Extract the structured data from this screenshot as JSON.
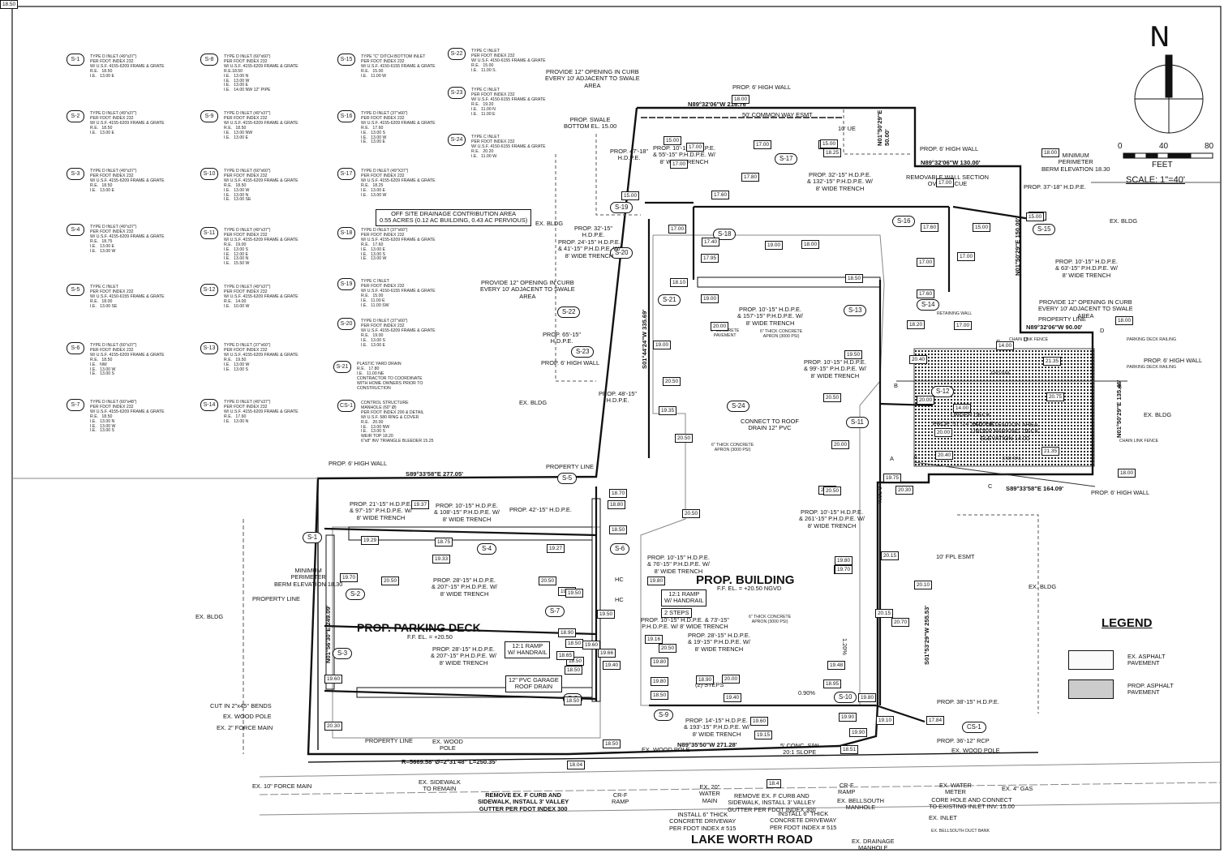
{
  "schedule": [
    {
      "id": "S-1",
      "text": "TYPE D INLET (49\"x37\")\nPER FDOT INDEX 232\nW/ U.S.F. 4155-6209 FRAME & GRATE\nR.E.   18.50\nI.E.   13.00 E"
    },
    {
      "id": "S-2",
      "text": "TYPE D INLET (49\"x37\")\nPER FDOT INDEX 232\nW/ U.S.F. 4155-6209 FRAME & GRATE\nR.E.   18.50\nI.E.   13.00 E"
    },
    {
      "id": "S-3",
      "text": "TYPE D INLET (49\"x37\")\nPER FDOT INDEX 232\nW/ U.S.F. 4155-6209 FRAME & GRATE\nR.E.   18.50\nI.E.   13.00 E"
    },
    {
      "id": "S-4",
      "text": "TYPE D INLET (49\"x37\")\nPER FDOT INDEX 232\nW/ U.S.F. 4155-6209 FRAME & GRATE\nR.E.   18.75\nI.E.   13.00 E\nI.E.   13.00 W"
    },
    {
      "id": "S-5",
      "text": "TYPE C INLET\nPER FDOT INDEX 232\nW/ U.S.F. 4150-6155 FRAME & GRATE\nR.E.   18.00\nI.E.   13.00 SE"
    },
    {
      "id": "S-6",
      "text": "TYPE D INLET (60\"x37\")\nPER FDOT INDEX 232\nW/ U.S.F. 4155-6209 FRAME & GRATE\nR.E.   18.50\nI.E.   NW\nI.E.   13.00 W\nI.E.   13.00 S"
    },
    {
      "id": "S-7",
      "text": "TYPE D INLET (60\"x48\")\nPER FDOT INDEX 232\nW/ U.S.F. 4155-6209 FRAME & GRATE\nR.E.   18.50\nI.E.   13.00 N\nI.E.   13.00 W\nI.E.   13.00 S"
    },
    {
      "id": "S-8",
      "text": "TYPE D INLET (60\"x60\")\nPER FDOT INDEX 232\nW/ U.S.F. 4155-6209 FRAME & GRATE\nR.E.18.50\nI.E.   13.00 N\nI.E.   13.00 W\nI.E.   13.00 E\nI.E.   14.00 NW 12\" PIPE"
    },
    {
      "id": "S-9",
      "text": "TYPE D INLET (49\"x37\")\nPER FDOT INDEX 232\nW/ U.S.F. 4155-6209 FRAME & GRATE\nR.E.   18.50\nI.E.   13.00 NW\nI.E.   13.00 E"
    },
    {
      "id": "S-10",
      "text": "TYPE D INLET (60\"x60\")\nPER FDOT INDEX 232\nW/ U.S.F. 4155-6209 FRAME & GRATE\nR.E.   18.50\nI.E.   13.00 W\nI.E.   13.00 N\nI.E.   13.00 SE"
    },
    {
      "id": "S-11",
      "text": "TYPE D INLET (49\"x37\")\nPER FDOT INDEX 232\nW/ U.S.F. 4155-6209 FRAME & GRATE\nR.E.   19.00\nI.E.   13.00 S\nI.E.   12.00 E\nI.E.   13.00 N\nI.E.   15.50 W"
    },
    {
      "id": "S-12",
      "text": "TYPE D INLET (49\"x37\")\nPER FDOT INDEX 232\nW/ U.S.F. 4155-6209 FRAME & GRATE\nR.E.   14.00\nI.E.   10.00 W"
    },
    {
      "id": "S-13",
      "text": "TYPE D INLET (37\"x60\")\nPER FDOT INDEX 232\nW/ U.S.F. 4155-6209 FRAME & GRATE\nR.E.   19.50\nI.E.   13.00 W\nI.E.   13.00 S"
    },
    {
      "id": "S-14",
      "text": "TYPE D INLET (49\"x37\")\nPER FDOT INDEX 232\nW/ U.S.F. 4155-6209 FRAME & GRATE\nR.E.   17.60\nI.E.   13.00 N"
    },
    {
      "id": "S-15",
      "text": "TYPE \"C\" DITCH BOTTOM INLET\nPER FDOT INDEX 232\nW/ U.S.F. 4150-6155 FRAME & GRATE\nR.E.   15.00\nI.E.   11.00 W"
    },
    {
      "id": "S-16",
      "text": "TYPE D INLET (37\"x60\")\nPER FDOT INDEX 232\nW/ U.S.F. 4155-6209 FRAME & GRATE\nR.E.   17.60\nI.E.   13.00 S\nI.E.   13.00 W\nI.E.   13.00 E"
    },
    {
      "id": "S-17",
      "text": "TYPE D INLET (49\"X37\")\nPER FDOT INDEX 232\nW/ U.S.F. 4155-6209 FRAME & GRATE\nR.E.   18.25\nI.E.   13.00 E\nI.E.   13.00 W"
    },
    {
      "id": "S-18",
      "text": "TYPE D INLET (37\"x60\")\nPER FDOT INDEX 232\nW/ U.S.F. 4155-6209 FRAME & GRATE\nR.E.   17.60\nI.E.   13.00 E\nI.E.   13.00 S\nI.E.   13.00 W"
    },
    {
      "id": "S-19",
      "text": "TYPE C INLET\nPER FDOT INDEX 232\nW/ U.S.F. 4150-6155 FRAME & GRATE\nR.E.   15.00\nI.E.   11.00 E\nI.E.   11.00 SW"
    },
    {
      "id": "S-20",
      "text": "TYPE D INLET (37\"x60\")\nPER FDOT INDEX 232\nW/ U.S.F. 4155-6209 FRAME & GRATE\nR.E.   19.00\nI.E.   13.00 S\nI.E.   13.00 E"
    },
    {
      "id": "S-21",
      "text": "PLASTIC YARD DRAIN\nR.E.   17.80\nI.E.   11.00 NE\nCONTRACTOR TO COORDINATE\nWITH HOME OWNERS PRIOR TO\nCONSTRUCTION"
    },
    {
      "id": "CS-1",
      "text": "CONTROL STRUCTURE\nMANHOLE (60\" Ø)\nPER FDOT INDEX 200 & DETAIL\nW/ U.S.F. 580 RING & COVER\nR.E.   20.00\nI.E.   13.00 NW\nI.E.   13.00 S\nWEIR TOP 18.20\n6\"x8\" INV TRIANGLE BLEEDER 15.25"
    },
    {
      "id": "S-22",
      "text": "TYPE C INLET\nPER FDOT INDEX 232\nW/ U.S.F. 4150-6155 FRAME & GRATE\nR.E.   15.00\nI.E.   11.00 S."
    },
    {
      "id": "S-23",
      "text": "TYPE C INLET\nPER FDOT INDEX 232\nW/ U.S.F. 4150-6155 FRAME & GRATE\nR.E.   19.20\nI.E.   11.00 N\nI.E.   11.00 E"
    },
    {
      "id": "S-24",
      "text": "TYPE C INLET\nPER FDOT INDEX 232\nW/ U.S.F. 4150-6155 FRAME & GRATE\nR.E.   20.20\nI.E.   11.00 W."
    }
  ],
  "north_arrow": {
    "letter": "N"
  },
  "scale": {
    "ticks": [
      "0",
      "40",
      "80"
    ],
    "unit": "FEET",
    "text": "SCALE: 1\"=40'"
  },
  "titles": {
    "building": "PROP. BUILDING",
    "building_ffe": "F.F. EL. = +20.50 NGVD",
    "deck": "PROP. PARKING DECK",
    "deck_ffe": "F.F. EL. = +20.50",
    "road": "LAKE WORTH ROAD"
  },
  "legend": {
    "title": "LEGEND",
    "items": [
      {
        "label": "EX. ASPHALT\nPAVEMENT"
      },
      {
        "label": "PROP. ASPHALT\nPAVEMENT"
      }
    ]
  },
  "bearings": {
    "b1": "N89°32'06\"W 216.76'",
    "b2": "N01°50'29\"E\n50.00'",
    "b3": "N89°32'06\"W 130.00'",
    "b4": "N01°50'29\"E 150.00'",
    "b5": "N89°32'06\"W 90.00'",
    "b6": "N01°50'29\"E 135.46'",
    "b7": "S89°33'58\"E 164.09'",
    "b8": "S01°53'29\"W 255.53'",
    "b9": "N89°35'50\"W 271.28'",
    "b10": "R=5669.58' Ø=2°31'48\" L=250.35'",
    "b11": "N01°56'30\"E 249.09'",
    "b12": "S89°33'58\"E 277.05'",
    "b13": "S01°44'24\"W 335.69'"
  },
  "structures": [
    "S-1",
    "S-2",
    "S-3",
    "S-4",
    "S-5",
    "S-6",
    "S-7",
    "S-8",
    "S-9",
    "S-10",
    "S-11",
    "S-12",
    "S-13",
    "S-14",
    "S-15",
    "S-16",
    "S-17",
    "S-18",
    "S-19",
    "S-20",
    "S-21",
    "S-22",
    "S-23",
    "S-24",
    "CS-1"
  ],
  "notes": [
    "PROVIDE 12\" OPENING IN CURB\nEVERY 10' ADJACENT TO SWALE\nAREA",
    "PROP. 6' HIGH WALL",
    "PROP. SWALE\nBOTTOM EL. 15.00",
    "50' COMMON WAY ESMT",
    "10' UE",
    "PROP. 6' HIGH WALL",
    "MINIMUM\nPERIMETER\nBERM ELEVATION 18.30",
    "PROP. 47'-18\"\nH.D.P.E.",
    "PROP. 10'-15\" H.D.P.E.\n& 55'-15\" P.H.D.P.E. W/\n8' WIDE TRENCH",
    "PROP. 32'-15\" H.D.P.E.\n& 132'-15\" P.H.D.P.E. W/\n8' WIDE TRENCH",
    "REMOVABLE WALL SECTION\nOVER PBCUE",
    "PROP. 37'-18\" H.D.P.E.",
    "EX. BLDG",
    "OFF SITE DRAINAGE CONTRIBUTION AREA\n0.55 ACRES (0.12 AC BUILDING, 0.43 AC PERVIOUS)",
    "PROP. 32'-15\"\nH.D.P.E.",
    "PROP. 24'-15\" H.D.P.E.\n& 41'-15\" P.H.D.P.E. W/\n8' WIDE TRENCH",
    "EX. BLDG",
    "PROP. 10'-15\" H.D.P.E.\n& 63'-15\" P.H.D.P.E. W/\n8' WIDE TRENCH",
    "PROVIDE 12\" OPENING IN CURB\nEVERY 10' ADJACENT TO SWALE\nAREA",
    "PROVIDE 12\" OPENING IN CURB\nEVERY 10' ADJACENT TO SWALE\nAREA",
    "PROPERTY LINE",
    "RETAINING WALL",
    "PROP. 10'-15\" H.D.P.E.\n& 157'-15\" P.H.D.P.E. W/\n8' WIDE TRENCH",
    "6\" CONCRETE\nPAVEMENT",
    "6\" THICK CONCRETE\nAPRON (3000 PSI)",
    "CHAIN LINK FENCE",
    "PARKING DECK RAILING",
    "PROP. 6' HIGH WALL",
    "PARKING DECK RAILING",
    "PROP. 65'-15\"\nH.D.P.E.",
    "PROP. 6' HIGH WALL",
    "PROP. 10'-15\" H.D.P.E.\n& 99'-15\" P.H.D.P.E. W/\n8' WIDE TRENCH",
    "END RAIL",
    "PROP. 48'-15\"\nH.D.P.E.",
    "EX. BLDG",
    "UNDER DECK",
    "PROP. 51'-24\" H.D.P.E.",
    "DRY DETENTION AREA\nUNDER PARKING DECK\nELEVATION 14.00",
    "EX. BLDG",
    "CHAIN LINK FENCE",
    "CONNECT TO ROOF\nDRAIN 12\" PVC",
    "6\" THICK CONCRETE\nAPRON (3000 PSI)",
    "END RAIL",
    "PROP. 6' HIGH WALL",
    "PROPERTY LINE",
    "PROP. 6' HIGH WALL",
    "PROP. 21'-15\" H.D.P.E.\n& 97'-15\" P.H.D.P.E. W/\n8' WIDE TRENCH",
    "PROP. 10'-15\" H.D.P.E.\n& 108'-15\" P.H.D.P.E. W/\n8' WIDE TRENCH",
    "PROP. 42'-15\" H.D.P.E.",
    "PROP. 10'-15\" H.D.P.E.\n& 261'-15\" P.H.D.P.E. W/\n8' WIDE TRENCH",
    "10' FPL ESMT",
    "MINIMUM\nPERIMETER\nBERM ELEVATION 18.30",
    "PROP. 10'-15\" H.D.P.E.\n& 76'-15\" P.H.D.P.E. W/\n8' WIDE TRENCH",
    "PROPERTY LINE",
    "PROP. 28'-15\" H.D.P.E.\n& 207'-15\" P.H.D.P.E. W/\n8' WIDE TRENCH",
    "12:1 RAMP\nW/ HANDRAIL",
    "2 STEPS",
    "EX. BLDG",
    "6\" THICK CONCRETE\nAPRON (3000 PSI)",
    "EX. BLDG",
    "PROP. 10'-15\" H.D.P.E. & 73'-15\"\nP.H.D.P.E. W/ 8' WIDE TRENCH",
    "12:1 RAMP\nW/ HANDRAIL",
    "PROP. 28'-15\" H.D.P.E.\n& 207'-15\" P.H.D.P.E. W/\n8' WIDE TRENCH",
    "PROP. 28'-15\" H.D.P.E.\n& 19'-15\" P.H.D.P.E. W/\n8' WIDE TRENCH",
    "12\" PVC GARAGE\nROOF DRAIN",
    "(2) STEPS",
    "CUT IN 2\"x45° BENDS",
    "EX. WOOD POLE",
    "EX. 2\" FORCE MAIN",
    "PROP. 38'-15\" H.D.P.E.",
    "PROP. 14'-15\" H.D.P.E.\n& 193'-15\" P.H.D.P.E. W/\n8' WIDE TRENCH",
    "PROPERTY LINE",
    "EX. WOOD\nPOLE",
    "EX. WOOD POLE",
    "5' CONC. S/W\n20:1 SLOPE",
    "PROP. 36'-12\" RCP",
    "EX. WOOD POLE",
    "EX. 10\" FORCE MAIN",
    "EX. SIDEWALK\nTO REMAIN",
    "REMOVE EX. F CURB AND\nSIDEWALK, INSTALL 3' VALLEY\nGUTTER PER FDOT INDEX 300",
    "CR-F\nRAMP",
    "EX. 20\"\nWATER\nMAIN",
    "INSTALL 6\" THICK\nCONCRETE DRIVEWAY\nPER FDOT INDEX # 515",
    "REMOVE EX. F CURB AND\nSIDEWALK, INSTALL 3' VALLEY\nGUTTER PER FDOT INDEX 300",
    "INSTALL 6\" THICK\nCONCRETE DRIVEWAY\nPER FDOT INDEX # 515",
    "CR-F\nRAMP",
    "EX. BELLSOUTH\nMANHOLE",
    "EX. WATER\nMETER",
    "EX. 4\" GAS",
    "CORE HOLE AND CONNECT\nTO EXISTING INLET INV. 15.00",
    "EX. INLET",
    "EX. BELLSOUTH DUCT BANK",
    "EX. DRAINAGE\nMANHOLE",
    "HC",
    "HC",
    "0.50%",
    "1.20%",
    "0.90%",
    "A",
    "A",
    "B",
    "B",
    "C",
    "C",
    "D",
    "D"
  ],
  "elevations": [
    "18.00",
    "15.00",
    "17.00",
    "17.00",
    "17.00",
    "15.00",
    "18.00",
    "15.00",
    "17.00",
    "17.80",
    "17.60",
    "18.25",
    "18.00",
    "17.00",
    "17.00",
    "15.00",
    "17.00",
    "17.40",
    "17.95",
    "19.00",
    "15.00",
    "17.60",
    "17.00",
    "18.10",
    "18.50",
    "17.00",
    "17.60",
    "19.00",
    "20.00",
    "19.00",
    "18.20",
    "17.00",
    "18.00",
    "14.00",
    "20.40",
    "21.35",
    "19.50",
    "20.50",
    "14.00",
    "20.00",
    "20.75",
    "20.00",
    "20.00",
    "21.35",
    "20.50",
    "20.40",
    "19.35",
    "20.50",
    "20.50",
    "19.70",
    "19.50",
    "18.90",
    "19.60",
    "18.70",
    "18.80",
    "18.50",
    "19.37",
    "19.29",
    "18.75",
    "19.27",
    "19.33",
    "20.50",
    "20.50",
    "20.50",
    "18.00",
    "19.75",
    "20.30",
    "20.50",
    "20.15",
    "19.80",
    "20.00",
    "19.70",
    "19.50",
    "19.80",
    "20.10",
    "20.15",
    "20.70",
    "18.50",
    "19.50",
    "19.66",
    "19.40",
    "19.16",
    "20.50",
    "18.65",
    "18.50",
    "19.80",
    "20.00",
    "18.90",
    "19.80",
    "19.48",
    "18.50",
    "19.40",
    "18.95",
    "19.80",
    "19.60",
    "19.90",
    "19.15",
    "19.90",
    "19.10",
    "18.50",
    "18.51",
    "18.04",
    "18.4",
    "17.84",
    "20.30",
    "19.60",
    "18.50",
    "18.50",
    "18.50"
  ]
}
